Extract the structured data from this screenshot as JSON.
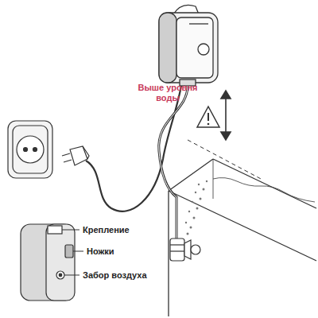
{
  "diagram": {
    "labels": [
      "Выше уровня воды",
      "Крепление",
      "Ножки",
      "Забор воздуха"
    ]
  }
}
